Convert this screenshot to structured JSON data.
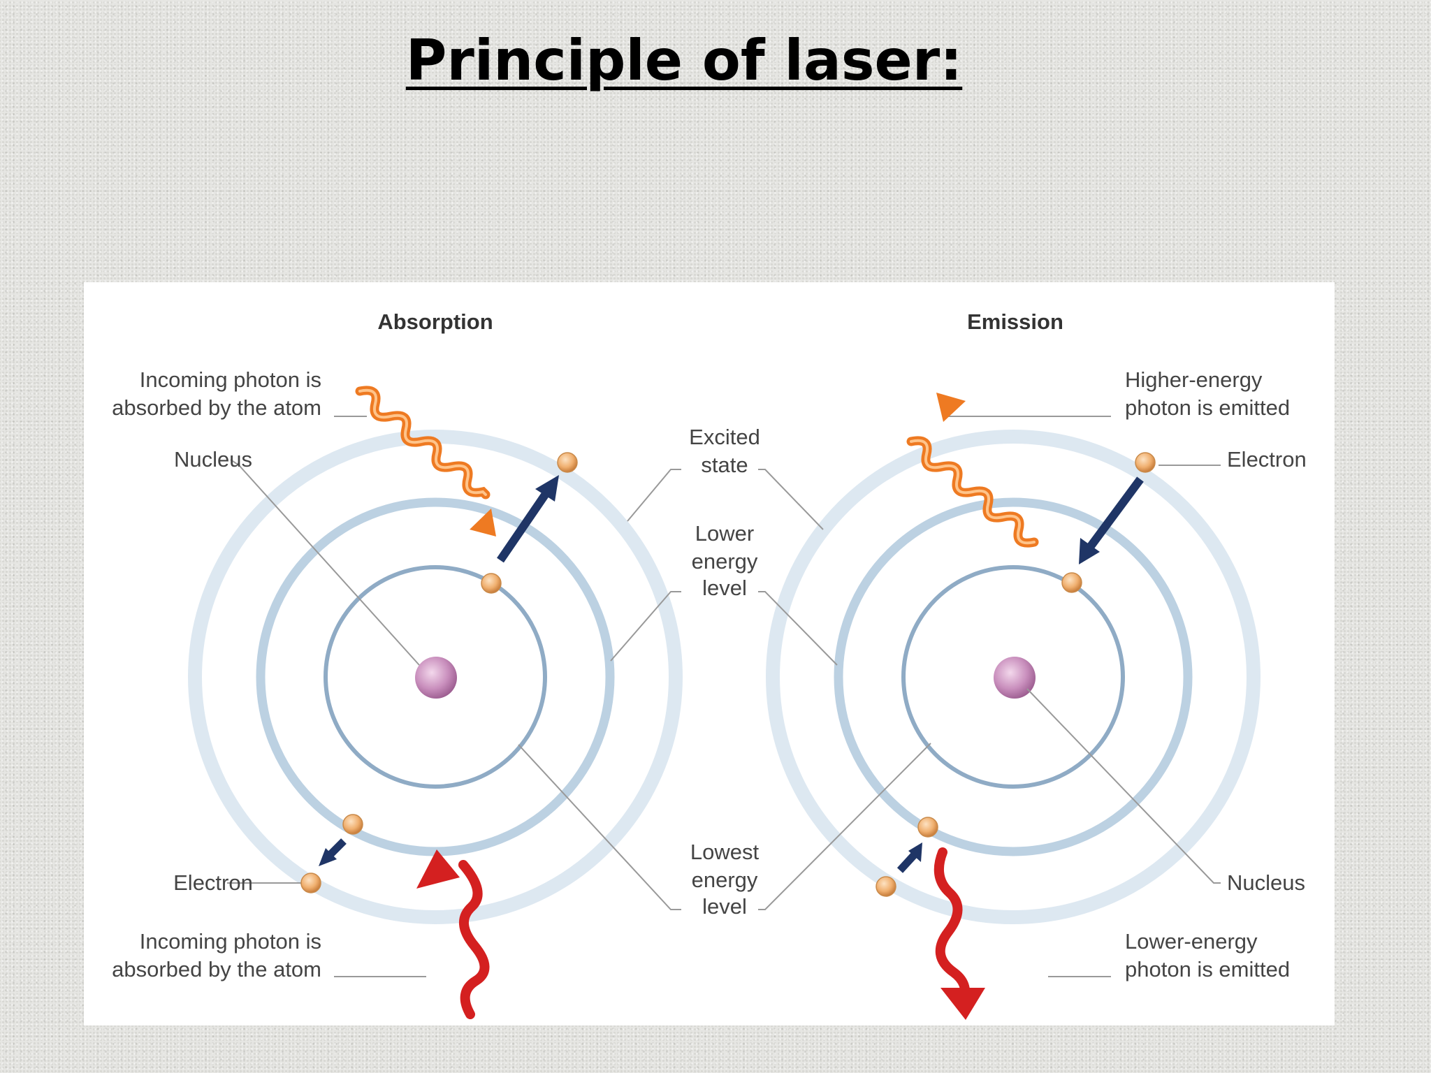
{
  "slide": {
    "title": "Principle of laser:"
  },
  "diagram": {
    "absorption": {
      "heading": "Absorption",
      "photon_top": [
        "Incoming photon is",
        "absorbed by the atom"
      ],
      "nucleus": "Nucleus",
      "electron": "Electron",
      "photon_bottom": [
        "Incoming photon is",
        "absorbed by the atom"
      ]
    },
    "center": {
      "excited": [
        "Excited",
        "state"
      ],
      "lower": [
        "Lower",
        "energy",
        "level"
      ],
      "lowest": [
        "Lowest",
        "energy",
        "level"
      ]
    },
    "emission": {
      "heading": "Emission",
      "photon_top": [
        "Higher-energy",
        "photon is emitted"
      ],
      "electron": "Electron",
      "nucleus": "Nucleus",
      "photon_bottom": [
        "Lower-energy",
        "photon is emitted"
      ]
    },
    "colors": {
      "orbit_outer": "#dde8f1",
      "orbit_middle": "#bcd1e2",
      "orbit_inner": "#8fabc5",
      "nucleus": "#c98fbd",
      "electron": "#f0b070",
      "arrow": "#1f3566",
      "photon_high": "#ee7a22",
      "photon_low": "#d42020",
      "leader": "#999999"
    }
  }
}
